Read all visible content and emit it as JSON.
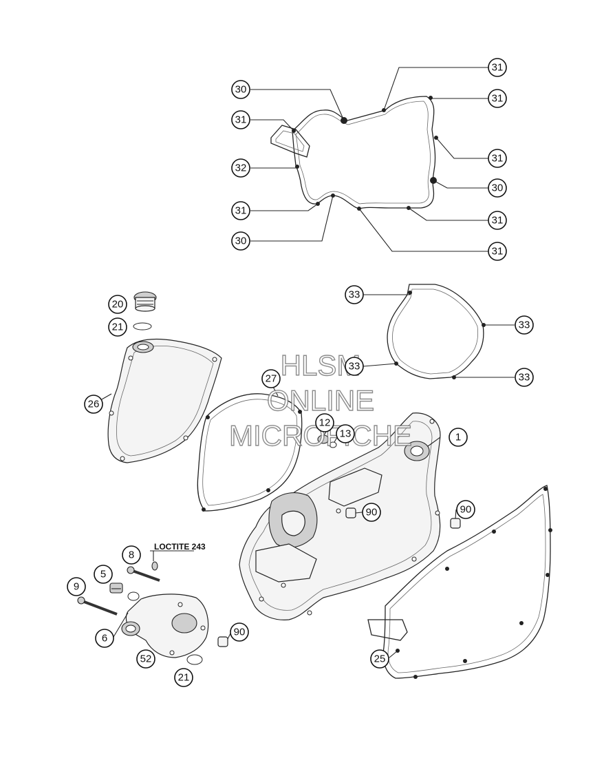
{
  "note": "LOCTITE 243",
  "watermark": [
    "HLSM",
    "ONLINE",
    "MICROFICHE"
  ],
  "callouts": [
    {
      "id": "c1",
      "label": "30"
    },
    {
      "id": "c2",
      "label": "31"
    },
    {
      "id": "c3",
      "label": "31"
    },
    {
      "id": "c4",
      "label": "31"
    },
    {
      "id": "c5",
      "label": "32"
    },
    {
      "id": "c6",
      "label": "31"
    },
    {
      "id": "c7",
      "label": "30"
    },
    {
      "id": "c8",
      "label": "31"
    },
    {
      "id": "c9",
      "label": "30"
    },
    {
      "id": "c10",
      "label": "31"
    },
    {
      "id": "c11",
      "label": "31"
    },
    {
      "id": "c12",
      "label": "33"
    },
    {
      "id": "c13",
      "label": "33"
    },
    {
      "id": "c14",
      "label": "33"
    },
    {
      "id": "c15",
      "label": "33"
    },
    {
      "id": "c16",
      "label": "20"
    },
    {
      "id": "c17",
      "label": "21"
    },
    {
      "id": "c18",
      "label": "26"
    },
    {
      "id": "c19",
      "label": "27"
    },
    {
      "id": "c20",
      "label": "12"
    },
    {
      "id": "c21",
      "label": "13"
    },
    {
      "id": "c22",
      "label": "1"
    },
    {
      "id": "c23",
      "label": "90"
    },
    {
      "id": "c24",
      "label": "90"
    },
    {
      "id": "c25",
      "label": "8"
    },
    {
      "id": "c26",
      "label": "5"
    },
    {
      "id": "c27",
      "label": "9"
    },
    {
      "id": "c28",
      "label": "6"
    },
    {
      "id": "c29",
      "label": "52"
    },
    {
      "id": "c30",
      "label": "21"
    },
    {
      "id": "c31",
      "label": "90"
    },
    {
      "id": "c32",
      "label": "25"
    }
  ]
}
